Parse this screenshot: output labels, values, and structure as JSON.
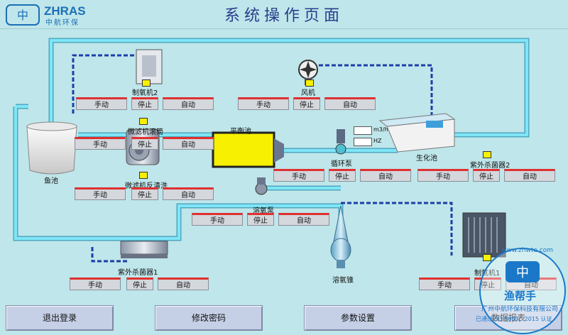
{
  "header": {
    "brand": "ZHRAS",
    "brand_cn": "中航环保",
    "title": "系统操作页面"
  },
  "colors": {
    "background": "#bfe6ea",
    "pipe_water": "#6fdcf0",
    "pipe_air": "#1d3ea8",
    "button_top": "#e03030",
    "tank": "#f7f000",
    "title": "#2a3e8c"
  },
  "labels": {
    "fish_tank": "鱼池",
    "oxygen_maker_2": "制氧机2",
    "oxygen_maker_1": "制氧机1",
    "fan": "风机",
    "microfilter": "微滤机滚筒",
    "microfilter_backwash": "微滤机反清洗",
    "balance_tank": "平衡池",
    "circulation_pump": "循环泵",
    "bio_tank": "生化池",
    "uv_sterilizer_2": "紫外杀菌器2",
    "uv_sterilizer_1": "紫外杀菌器1",
    "oxygen_pump": "溶氧泵",
    "oxygen_cone": "溶氧锥",
    "unit_flow": "m3/h",
    "unit_freq": "HZ"
  },
  "controls": {
    "manual": "手动",
    "stop": "停止",
    "auto": "自动"
  },
  "nav": {
    "logout": "退出登录",
    "change_password": "修改密码",
    "settings": "参数设置",
    "data_report": "数据报表"
  },
  "watermark": {
    "site": "www.zhwte.com",
    "name": "渔帮手",
    "company": "广州中航环保科技有限公司",
    "cert": "已通过ISO 9001：2015 认证"
  }
}
